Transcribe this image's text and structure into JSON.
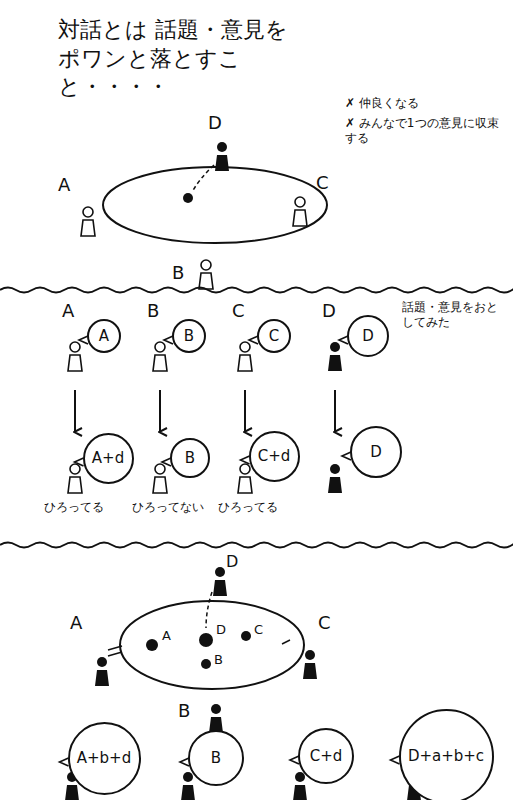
{
  "diagram": {
    "title": "対話とは 話題・意見を ポワンと落とすこと・・・・",
    "nodes": [
      {
        "text": [
          "A"
        ]
      },
      {
        "text": [
          "B"
        ]
      },
      {
        "text": [
          "C"
        ]
      },
      {
        "text": [
          "D"
        ]
      },
      {
        "text": [
          "A+d"
        ]
      },
      {
        "text": [
          "B"
        ]
      },
      {
        "text": [
          "C+d"
        ]
      },
      {
        "text": [
          "D"
        ]
      },
      {
        "text": [
          "A+b+d"
        ]
      },
      {
        "text": [
          "B"
        ]
      },
      {
        "text": [
          "C+d"
        ]
      },
      {
        "text": [
          "D+a+b+c"
        ]
      }
    ],
    "labels": [
      "D",
      "A",
      "C",
      "B",
      "✗ 仲良くなる",
      "✗ みんなで1つの意見に収束する",
      "A",
      "B",
      "C",
      "D",
      "話題・意見をおとしてみた",
      "ひろってる",
      "ひろってない",
      "ひろってる",
      "D",
      "A",
      "A",
      "D",
      "C",
      "C",
      "B",
      "B"
    ]
  }
}
